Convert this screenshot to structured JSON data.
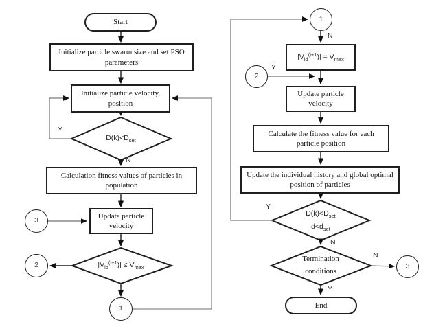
{
  "labels": {
    "yes": "Y",
    "no": "N"
  },
  "connectors": {
    "one": "1",
    "two": "2",
    "three": "3"
  },
  "nodes": {
    "start": "Start",
    "init_swarm": "Initialize particle swarm size and set PSO parameters",
    "init_velocity": "Initialize particle velocity, position",
    "check_d": {
      "pre": "D(k)<D",
      "sub": "set"
    },
    "calc_fitness": "Calculation  fitness  values of particles in population",
    "update_velocity_left": "Update particle velocity",
    "check_v": {
      "p1": "|V",
      "sub_id": "id",
      "sup": "(i+1",
      "p2": ")| ≤ V",
      "sub_max": "max"
    },
    "set_vmax": {
      "p1": "|V",
      "sub_id": "id",
      "sup": "(i+1",
      "p2": ")| = V",
      "sub_max": "max"
    },
    "update_velocity_right": "Update particle velocity",
    "calc_fitness_each": "Calculate the fitness  value for each particle position",
    "update_history": "Update the individual history and global optimal position of particles",
    "check_d2": {
      "l1pre": "D(k)<D",
      "l1sub": "set",
      "l2pre": "d<d",
      "l2sub": "set"
    },
    "termination": "Termination conditions",
    "end": "End"
  }
}
